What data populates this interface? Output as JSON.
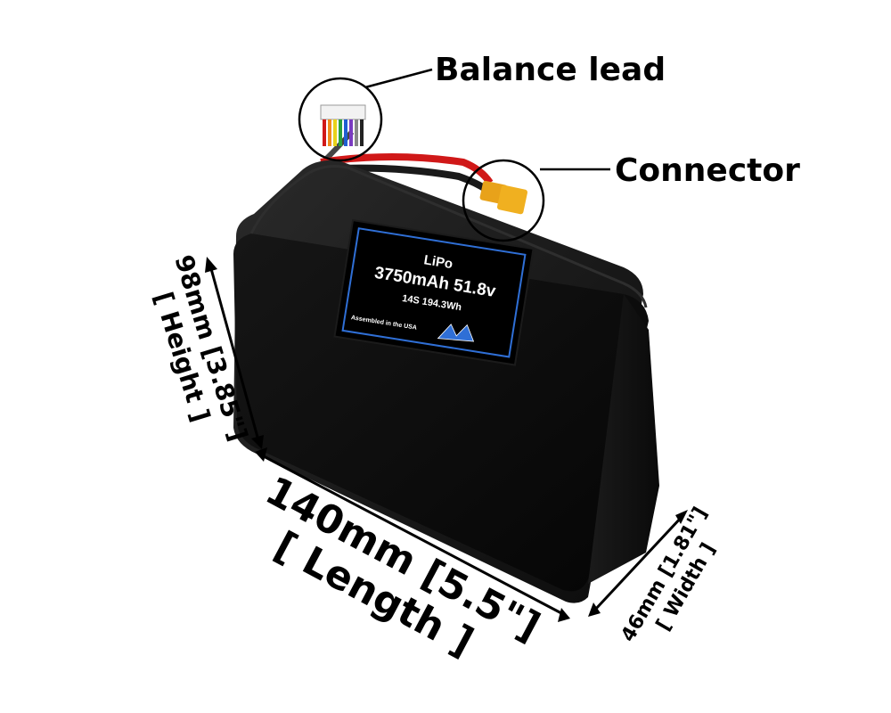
{
  "callouts": {
    "balance_lead": "Balance lead",
    "connector": "Connector"
  },
  "battery_label": {
    "chemistry": "LiPo",
    "capacity_voltage": "3750mAh 51.8v",
    "config_energy": "14S 194.3Wh",
    "assembled": "Assembled in the USA"
  },
  "dimensions": {
    "height_value": "98mm [3.85\"]",
    "height_label": "[ Height ]",
    "length_value": "140mm [5.5\"]",
    "length_label": "[ Length ]",
    "width_value": "46mm [1.81\"]",
    "width_label": "[ Width ]"
  },
  "colors": {
    "battery_body": "#111111",
    "label_border": "#2f6fd6",
    "red_wire": "#d01818",
    "connector": "#e8a21a"
  }
}
